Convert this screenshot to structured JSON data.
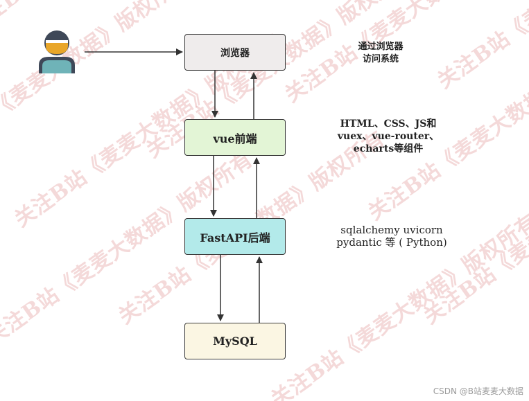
{
  "nodes": {
    "browser": "浏览器",
    "vue": "vue前端",
    "fastapi": "FastAPI后端",
    "mysql": "MySQL"
  },
  "notes": {
    "browser": [
      "通过浏览器",
      "访问系统"
    ],
    "vue": [
      "HTML、CSS、JS和",
      "vuex、vue-router、",
      "echarts等组件"
    ],
    "fastapi": [
      "sqlalchemy uvicorn",
      "pydantic 等 ( Python)"
    ]
  },
  "watermark": "关注B站《麦麦大数据》版权所有",
  "credit": "CSDN @B站麦麦大数据",
  "icons": {
    "user": "user-icon"
  },
  "colors": {
    "browser_fill": "#efecec",
    "vue_fill": "#e3f5d6",
    "fastapi_fill": "#b3eaea",
    "mysql_fill": "#fbf6e3",
    "user_head": "#3f4858",
    "user_face": "#e9a629",
    "user_body": "#6fb3b8",
    "watermark": "#d67878"
  }
}
